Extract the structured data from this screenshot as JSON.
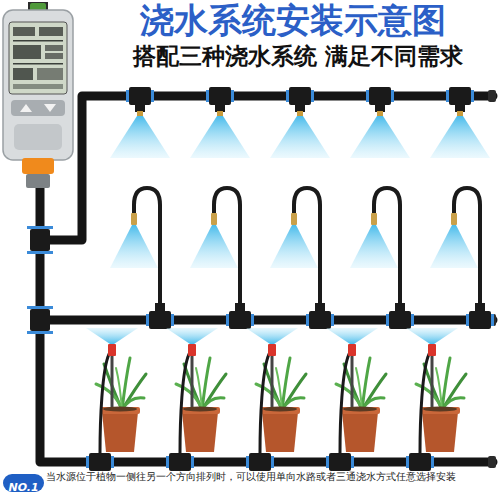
{
  "diagram": {
    "title": "浇水系统安装示意图",
    "nodes": [
      {
        "text": [
          "NO.1"
        ]
      }
    ],
    "labels": [
      "搭配三种浇水系统 满足不同需求",
      "当水源位于植物一侧往另一个方向排列时，可以使用单向水路或者三通浇水方式任意选择安装"
    ]
  }
}
